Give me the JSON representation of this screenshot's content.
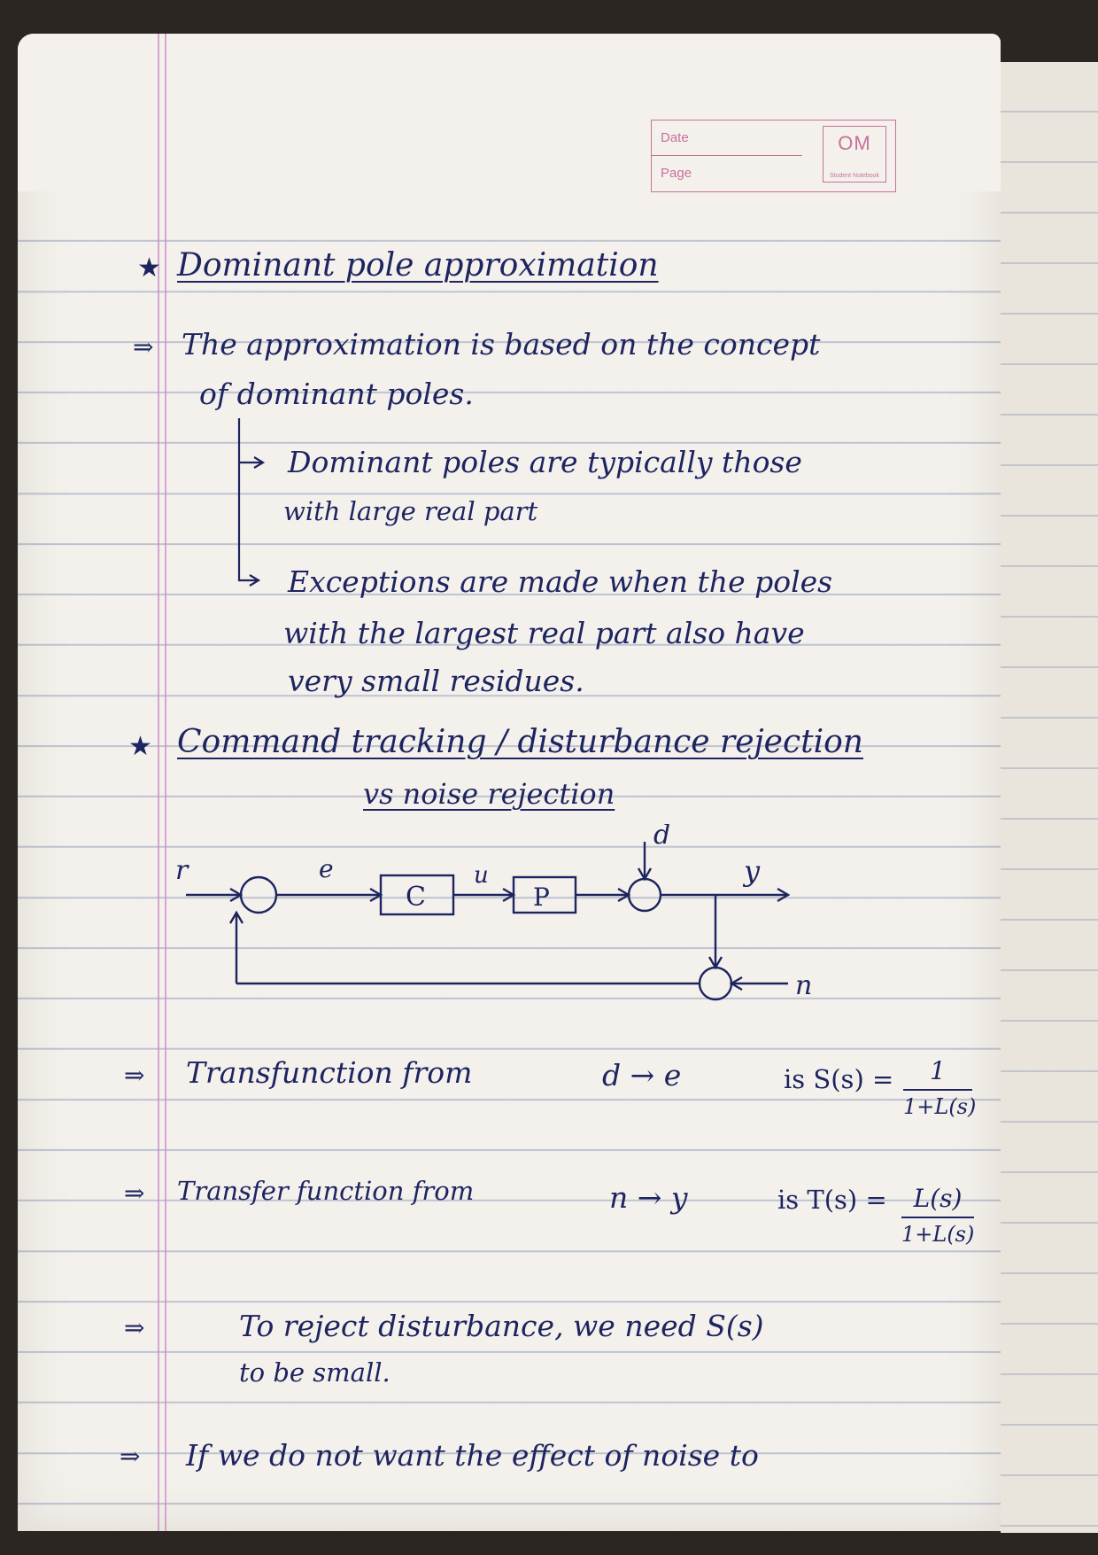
{
  "header": {
    "date_label": "Date",
    "page_label": "Page",
    "logo_text": "OM",
    "logo_subtext": "Student Notebook"
  },
  "section1": {
    "title": "Dominant pole approximation",
    "intro_line1": "The approximation is based on the concept",
    "intro_line2": "of dominant poles.",
    "bullet1_line1": "Dominant poles are typically those",
    "bullet1_line2": "with large real part",
    "bullet2_line1": "Exceptions are made when the poles",
    "bullet2_line2": "with the largest real part also have",
    "bullet2_line3": "very small residues."
  },
  "section2": {
    "title_line1": "Command tracking / disturbance rejection",
    "title_line2": "vs noise rejection"
  },
  "diagram": {
    "input_label": "r",
    "error_label": "e",
    "controller_label": "C",
    "control_label": "u",
    "plant_label": "P",
    "disturbance_label": "d",
    "output_label": "y",
    "noise_label": "n"
  },
  "notes": {
    "tf1_text": "Transfunction from",
    "tf1_path": "d → e",
    "tf1_is": "is S(s) =",
    "tf1_num": "1",
    "tf1_den": "1+L(s)",
    "tf2_text": "Transfer function from",
    "tf2_path": "n → y",
    "tf2_is": "is T(s) =",
    "tf2_num": "L(s)",
    "tf2_den": "1+L(s)",
    "reject_line1": "To reject disturbance, we need S(s)",
    "reject_line2": "to be small.",
    "noise_line1": "If we do not want the effect of noise to"
  }
}
